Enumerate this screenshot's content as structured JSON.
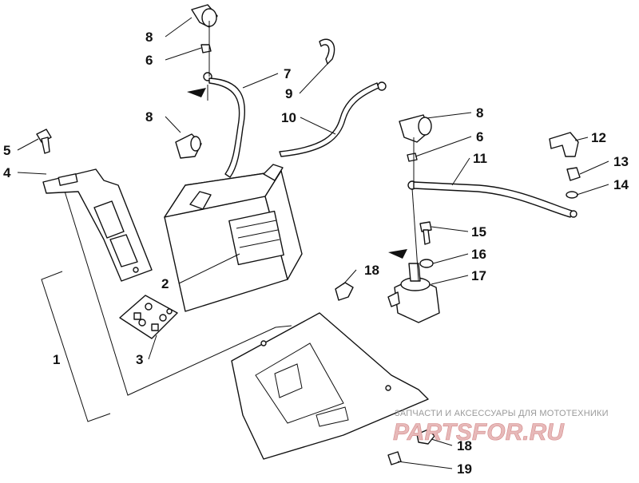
{
  "labels": {
    "1": "1",
    "2": "2",
    "3": "3",
    "4": "4",
    "5": "5",
    "6a": "6",
    "6b": "6",
    "7": "7",
    "8a": "8",
    "8b": "8",
    "8c": "8",
    "9": "9",
    "10": "10",
    "11": "11",
    "12": "12",
    "13": "13",
    "14": "14",
    "15": "15",
    "16": "16",
    "17": "17",
    "18a": "18",
    "18b": "18",
    "19": "19"
  },
  "watermark": {
    "text": "ЗАПЧАСТИ И АКСЕССУАРЫ ДЛЯ МОТОТЕХНИКИ",
    "logo": "PARTSFOR.RU"
  },
  "colors": {
    "line": "#111111",
    "background": "#ffffff",
    "watermark_logo": "#e7b9b9"
  }
}
